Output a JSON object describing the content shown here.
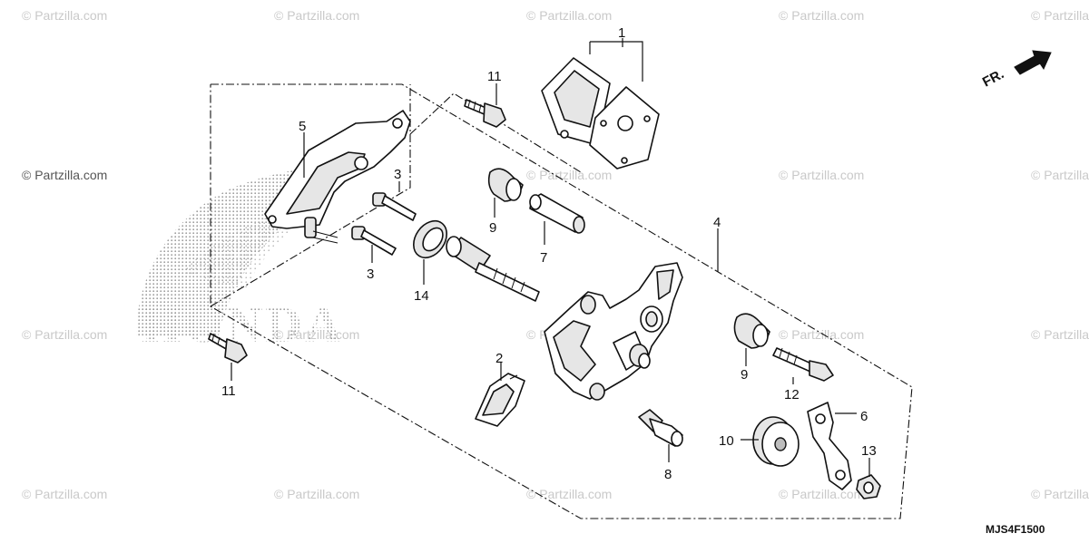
{
  "watermark": "© Partzilla.com",
  "diagram_code": "MJS4F1500",
  "direction_label": "FR.",
  "logo_text": "HONDA",
  "callouts": {
    "p1": "1",
    "p2": "2",
    "p3a": "3",
    "p3b": "3",
    "p4": "4",
    "p5": "5",
    "p6": "6",
    "p7": "7",
    "p8": "8",
    "p9a": "9",
    "p9b": "9",
    "p10": "10",
    "p11a": "11",
    "p11b": "11",
    "p12": "12",
    "p13": "13",
    "p14": "14"
  },
  "colors": {
    "line": "#111111",
    "watermark": "#c9c9c9",
    "logo_dots": "#9a9a9a"
  }
}
